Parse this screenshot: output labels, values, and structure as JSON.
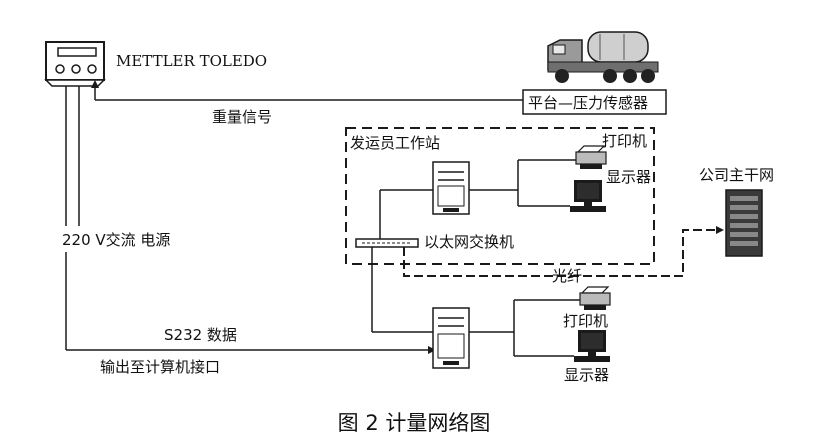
{
  "labels": {
    "mettler": "METTLER TOLEDO",
    "weight_signal": "重量信号",
    "sensor": "平台—压力传感器",
    "workstation": "发运员工作站",
    "printer_top": "打印机",
    "display_top": "显示器",
    "company_network": "公司主干网",
    "power": "220 V交流  电源",
    "ethernet_switch": "以太网交换机",
    "fiber": "光纤",
    "data_line1": "S232 数据",
    "data_line2": "输出至计算机接口",
    "printer_bottom": "打印机",
    "display_bottom": "显示器",
    "caption": "图 2   计量网络图"
  },
  "colors": {
    "line": "#1a1a1a",
    "tank": "#cfcfcf",
    "cab": "#9a9a9a",
    "rack": "#3a3a3a"
  }
}
